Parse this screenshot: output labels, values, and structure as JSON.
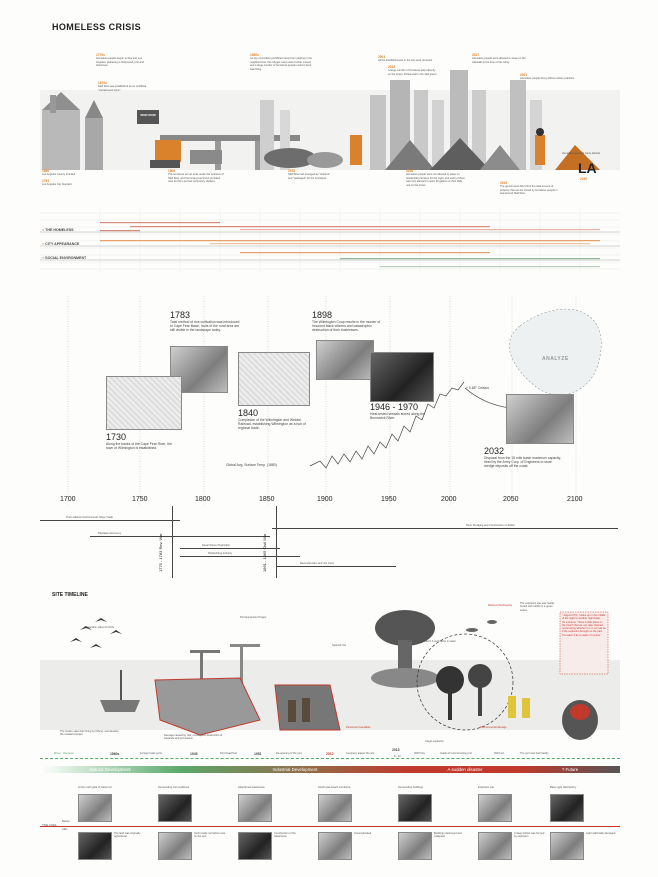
{
  "title": "HOMELESS CRISIS",
  "top_timeline": {
    "events_above": [
      {
        "year": "1770s",
        "text": "Homeless people began to flow into Los Angeles, gathering in Hollywood, port and downtown."
      },
      {
        "year": "1870s",
        "text": "Skid Row was established as an unofficial \"containment zone\"."
      },
      {
        "year": "1960s",
        "text": "As city councillors prohibited camp from parking in the neighborhood, the refugee camp were further moved, and a large number of homeless people could in food was living."
      },
      {
        "year": "2004",
        "text": "All the establishments in the city were removed."
      },
      {
        "year": "2015",
        "text": "A large number of homeless slept directly on the street, limited wait in the skid green."
      },
      {
        "year": "2017",
        "text": "Homeless people were allowed to sleep on the sidewalk at the time of the ruling."
      },
      {
        "year": "2021",
        "text": "Homeless people living without urban problems"
      }
    ],
    "events_below": [
      {
        "year": "1850",
        "text": "Los Angeles County founded"
      },
      {
        "year": "1781",
        "text": "Los Angeles City founded"
      },
      {
        "year": "1906",
        "text": "The homeless set up tents under the entrance of Skid Row, and the local government provided care for them as their temporary shelters."
      },
      {
        "year": "1975",
        "text": "Skid Row had emerged as \"shelters\" and \"packaged\" for the homeless."
      },
      {
        "year": "2016",
        "text": "Homeless people were not allowed to sleep on residential premises for the night, and each of them was only allowed to store 60 gallons of their daily use on the street."
      },
      {
        "year": "2019",
        "text": "The government didn't limit the total amount of property that can be stored by homeless people in and around Skid Row."
      },
      {
        "year": "2030",
        "text": "LA"
      }
    ],
    "right_note": "Homelessness and rising attitude",
    "sign_text": "SKID ROW"
  },
  "categories": [
    {
      "name": "THE HOMELESS",
      "color": "#d98b7a"
    },
    {
      "name": "CITY APPEARANCE",
      "color": "#e6a16a"
    },
    {
      "name": "SOCIAL ENVIRONMENT",
      "color": "#8fb79a"
    }
  ],
  "middle": {
    "events": [
      {
        "year": "1783",
        "text": "Total method of rice cultivation was introduced to Cape Fear Basin, fruits of the rural area are still visible in the landscape today."
      },
      {
        "year": "1898",
        "text": "The Wilmington Coup results in the murder of innocent black citizens and catastrophic destruction of their businesses."
      },
      {
        "year": "1840",
        "text": "Completion of the Wilmington and Weldon Railroad, establishing Wilmington as a hub of regional trade."
      },
      {
        "year": "1946 - 1970",
        "text": "Heat-tested vessels stored along the Brunswick River."
      },
      {
        "year": "1730",
        "text": "Along the banks of the Cape Fear River, the town of Wilmington is established."
      },
      {
        "year": "2032",
        "text": "Disposal from the 15 mile basin maximum capacity, hired by the Army Corp. of Engineers to store dredge deposits off the coast."
      }
    ],
    "temp_label": "Global Avg. Surface Temp. (1880)",
    "temp_value": "+ 0.68° Celsius",
    "analyze": "ANALYZE",
    "axis_years": [
      "1700",
      "1750",
      "1800",
      "1850",
      "1900",
      "1950",
      "2000",
      "2050",
      "2100"
    ],
    "bars": [
      "Trans Atlantic And Domestic Slave Trade",
      "Plantation Economy",
      "Naval Stores Production",
      "Shipbuilding Industry",
      "Reconstruction and Jim Crow",
      "River Dredging and Construction of Jetties"
    ],
    "wars": [
      "1775 - 1783 Rev. War",
      "1861 - 1865 Civil War"
    ]
  },
  "site": {
    "title": "SITE TIMELINE",
    "captions": [
      "A migration place for birds",
      "The locals make their living by fishing, and develop the coastal colonies",
      "Port Expansion Project",
      "Damage caused by war, consequent destruction of wetlands and port basins",
      "Spanish Sur",
      "Personnel Casualties",
      "Chemical explosion! It can't swim in water",
      "Reduced biodiversity",
      "The explosion site was hastily buried with rubble in a green space.",
      "Environmental damage",
      "Cargo explosion"
    ],
    "quote": "\" August 27th, I woke up in the middle of the night to another night blast. ... It's a shame. There is little place on the beach that we can take cleaned, not knowing whether it is in our sail as if the explosion brought us the pain. I've taken it as a matter of course.\"",
    "dates": [
      {
        "label": "Mines - Dangeon",
        "color": "#5aa96b"
      },
      {
        "label": "1860s",
        "color": "#222"
      },
      {
        "label": "Foreign trade ports",
        "color": "#222"
      },
      {
        "label": "1945",
        "color": "#222"
      },
      {
        "label": "Port Dead Port",
        "color": "#222"
      },
      {
        "label": "1951",
        "color": "#222"
      },
      {
        "label": "Re-opening of the port",
        "color": "#222"
      },
      {
        "label": "2012",
        "color": "#c0392b"
      },
      {
        "label": "Company leases the site",
        "color": "#222"
      },
      {
        "label": "2015",
        "color": "#222"
      },
      {
        "label": "8 - 12",
        "color": "#222"
      },
      {
        "label": "2015 Nov.",
        "color": "#222"
      },
      {
        "label": "Guide of reconstructing port",
        "color": "#222"
      },
      {
        "label": "2016 Ad.",
        "color": "#222"
      },
      {
        "label": "The port was built hastily",
        "color": "#222"
      }
    ],
    "eras": [
      {
        "label": "Natural Development",
        "color": "#5aa96b"
      },
      {
        "label": "Industrial Development",
        "color": "#c0392b"
      },
      {
        "label": "A sudden disaster",
        "color": "#c0392b"
      },
      {
        "label": "? Future",
        "color": "#555"
      }
    ]
  },
  "photos": {
    "row_label": "TIME LINES",
    "left_before": "Before",
    "left_after": "After",
    "top_caps": [
      "At the north gate of Gates Inn",
      "Surrounding soil conditions",
      "Abandoned warehouse",
      "South east beach conditions",
      "Surrounding buildings",
      "Explosion site",
      "Base night tiled factory"
    ],
    "bottom_caps": [
      "The land was originally agricultural",
      "Such inside not before was on the port",
      "Construction of the warehouse",
      "Uncomplicated",
      "Buildings destroyed and collapsed",
      "A deep hollow was formed by explosion",
      "Light wall badly damaged"
    ]
  }
}
